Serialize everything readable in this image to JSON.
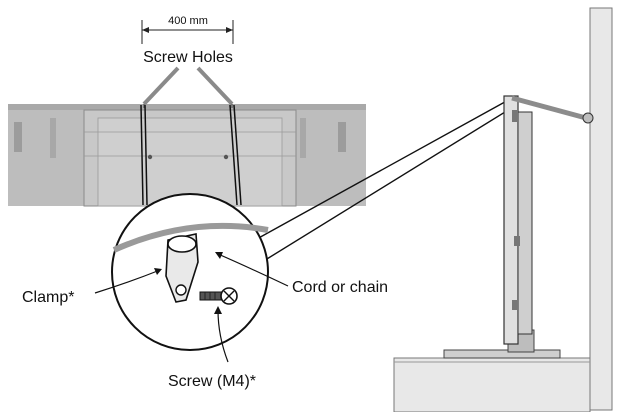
{
  "labels": {
    "dimension": "400 mm",
    "screw_holes": "Screw Holes",
    "clamp": "Clamp*",
    "cord": "Cord or chain",
    "screw": "Screw (M4)*"
  }
}
